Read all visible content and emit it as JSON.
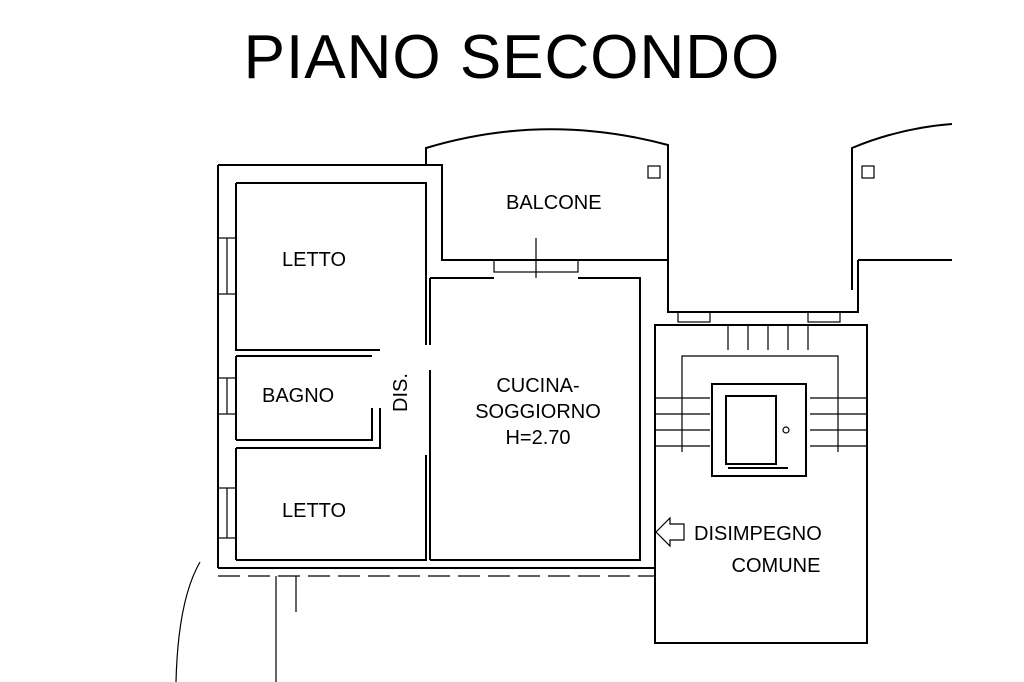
{
  "title": "PIANO SECONDO",
  "rooms": {
    "letto_top": "LETTO",
    "bagno": "BAGNO",
    "letto_bottom": "LETTO",
    "dis": "DIS.",
    "balcone": "BALCONE",
    "cucina_line1": "CUCINA-",
    "cucina_line2": "SOGGIORNO",
    "cucina_line3": "H=2.70",
    "disimpegno_line1": "DISIMPEGNO",
    "disimpegno_line2": "COMUNE"
  }
}
